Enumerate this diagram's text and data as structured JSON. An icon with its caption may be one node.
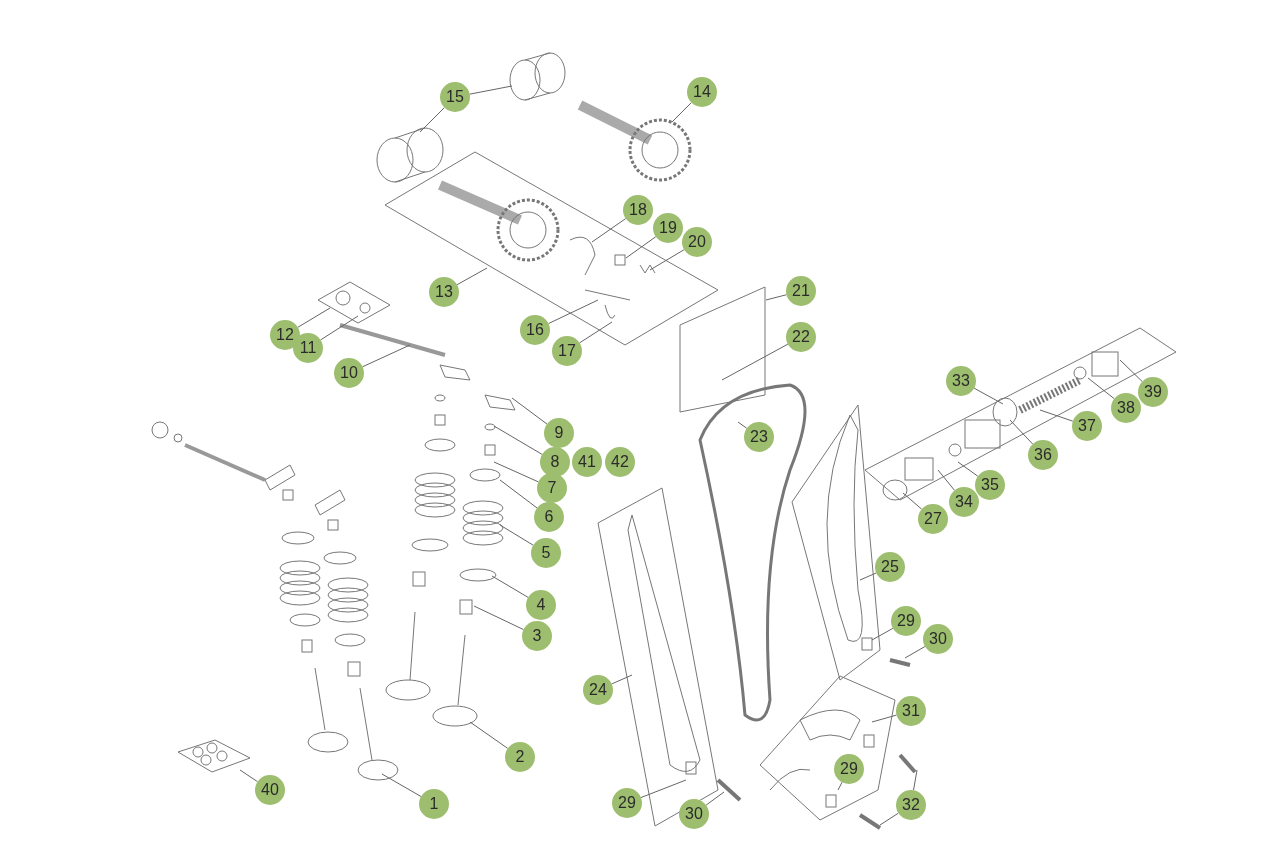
{
  "diagram": {
    "nodes": [
      {
        "text": [
          "15"
        ]
      },
      {
        "text": [
          "14"
        ]
      },
      {
        "text": [
          "18"
        ]
      },
      {
        "text": [
          "19"
        ]
      },
      {
        "text": [
          "20"
        ]
      },
      {
        "text": [
          "13"
        ]
      },
      {
        "text": [
          "21"
        ]
      },
      {
        "text": [
          "12"
        ]
      },
      {
        "text": [
          "11"
        ]
      },
      {
        "text": [
          "16"
        ]
      },
      {
        "text": [
          "17"
        ]
      },
      {
        "text": [
          "22"
        ]
      },
      {
        "text": [
          "10"
        ]
      },
      {
        "text": [
          "33"
        ]
      },
      {
        "text": [
          "39"
        ]
      },
      {
        "text": [
          "38"
        ]
      },
      {
        "text": [
          "37"
        ]
      },
      {
        "text": [
          "9"
        ]
      },
      {
        "text": [
          "23"
        ]
      },
      {
        "text": [
          "8"
        ]
      },
      {
        "text": [
          "36"
        ]
      },
      {
        "text": [
          "7"
        ]
      },
      {
        "text": [
          "35"
        ]
      },
      {
        "text": [
          "34"
        ]
      },
      {
        "text": [
          "6"
        ]
      },
      {
        "text": [
          "27"
        ]
      },
      {
        "text": [
          "5"
        ]
      },
      {
        "text": [
          "25"
        ]
      },
      {
        "text": [
          "4"
        ]
      },
      {
        "text": [
          "29"
        ]
      },
      {
        "text": [
          "3"
        ]
      },
      {
        "text": [
          "30"
        ]
      },
      {
        "text": [
          "24"
        ]
      },
      {
        "text": [
          "31"
        ]
      },
      {
        "text": [
          "2"
        ]
      },
      {
        "text": [
          "29"
        ]
      },
      {
        "text": [
          "40"
        ]
      },
      {
        "text": [
          "32"
        ]
      },
      {
        "text": [
          "1"
        ]
      },
      {
        "text": [
          "29"
        ]
      },
      {
        "text": [
          "30"
        ]
      },
      {
        "text": [
          "41"
        ]
      },
      {
        "text": [
          "42"
        ]
      }
    ],
    "edges": [
      {
        "from": 0,
        "to": null,
        "arrow": "none"
      },
      {
        "from": 0,
        "to": null,
        "arrow": "none"
      },
      {
        "from": 1,
        "to": null,
        "arrow": "none"
      },
      {
        "from": 2,
        "to": null,
        "arrow": "none"
      },
      {
        "from": 3,
        "to": null,
        "arrow": "none"
      },
      {
        "from": 4,
        "to": null,
        "arrow": "none"
      },
      {
        "from": 5,
        "to": null,
        "arrow": "none"
      },
      {
        "from": 6,
        "to": null,
        "arrow": "none"
      },
      {
        "from": 7,
        "to": null,
        "arrow": "none"
      },
      {
        "from": 8,
        "to": null,
        "arrow": "none"
      },
      {
        "from": 9,
        "to": null,
        "arrow": "none"
      },
      {
        "from": 10,
        "to": null,
        "arrow": "none"
      },
      {
        "from": 11,
        "to": null,
        "arrow": "none"
      },
      {
        "from": 12,
        "to": null,
        "arrow": "none"
      },
      {
        "from": 13,
        "to": null,
        "arrow": "none"
      },
      {
        "from": 14,
        "to": null,
        "arrow": "none"
      },
      {
        "from": 15,
        "to": null,
        "arrow": "none"
      },
      {
        "from": 16,
        "to": null,
        "arrow": "none"
      },
      {
        "from": 17,
        "to": null,
        "arrow": "none"
      },
      {
        "from": 18,
        "to": null,
        "arrow": "none"
      },
      {
        "from": 19,
        "to": null,
        "arrow": "none"
      },
      {
        "from": 20,
        "to": null,
        "arrow": "none"
      },
      {
        "from": 21,
        "to": null,
        "arrow": "none"
      },
      {
        "from": 22,
        "to": null,
        "arrow": "none"
      },
      {
        "from": 23,
        "to": null,
        "arrow": "none"
      },
      {
        "from": 24,
        "to": null,
        "arrow": "none"
      },
      {
        "from": 25,
        "to": null,
        "arrow": "none"
      },
      {
        "from": 26,
        "to": null,
        "arrow": "none"
      },
      {
        "from": 27,
        "to": null,
        "arrow": "none"
      },
      {
        "from": 28,
        "to": null,
        "arrow": "none"
      },
      {
        "from": 29,
        "to": null,
        "arrow": "none"
      },
      {
        "from": 30,
        "to": null,
        "arrow": "none"
      },
      {
        "from": 31,
        "to": null,
        "arrow": "none"
      },
      {
        "from": 32,
        "to": null,
        "arrow": "none"
      },
      {
        "from": 33,
        "to": null,
        "arrow": "none"
      },
      {
        "from": 34,
        "to": null,
        "arrow": "none"
      },
      {
        "from": 35,
        "to": null,
        "arrow": "none"
      },
      {
        "from": 36,
        "to": null,
        "arrow": "none"
      },
      {
        "from": 37,
        "to": null,
        "arrow": "none"
      },
      {
        "from": 37,
        "to": null,
        "arrow": "none"
      },
      {
        "from": 38,
        "to": null,
        "arrow": "none"
      },
      {
        "from": 39,
        "to": null,
        "arrow": "none"
      },
      {
        "from": 40,
        "to": null,
        "arrow": "none"
      }
    ]
  }
}
